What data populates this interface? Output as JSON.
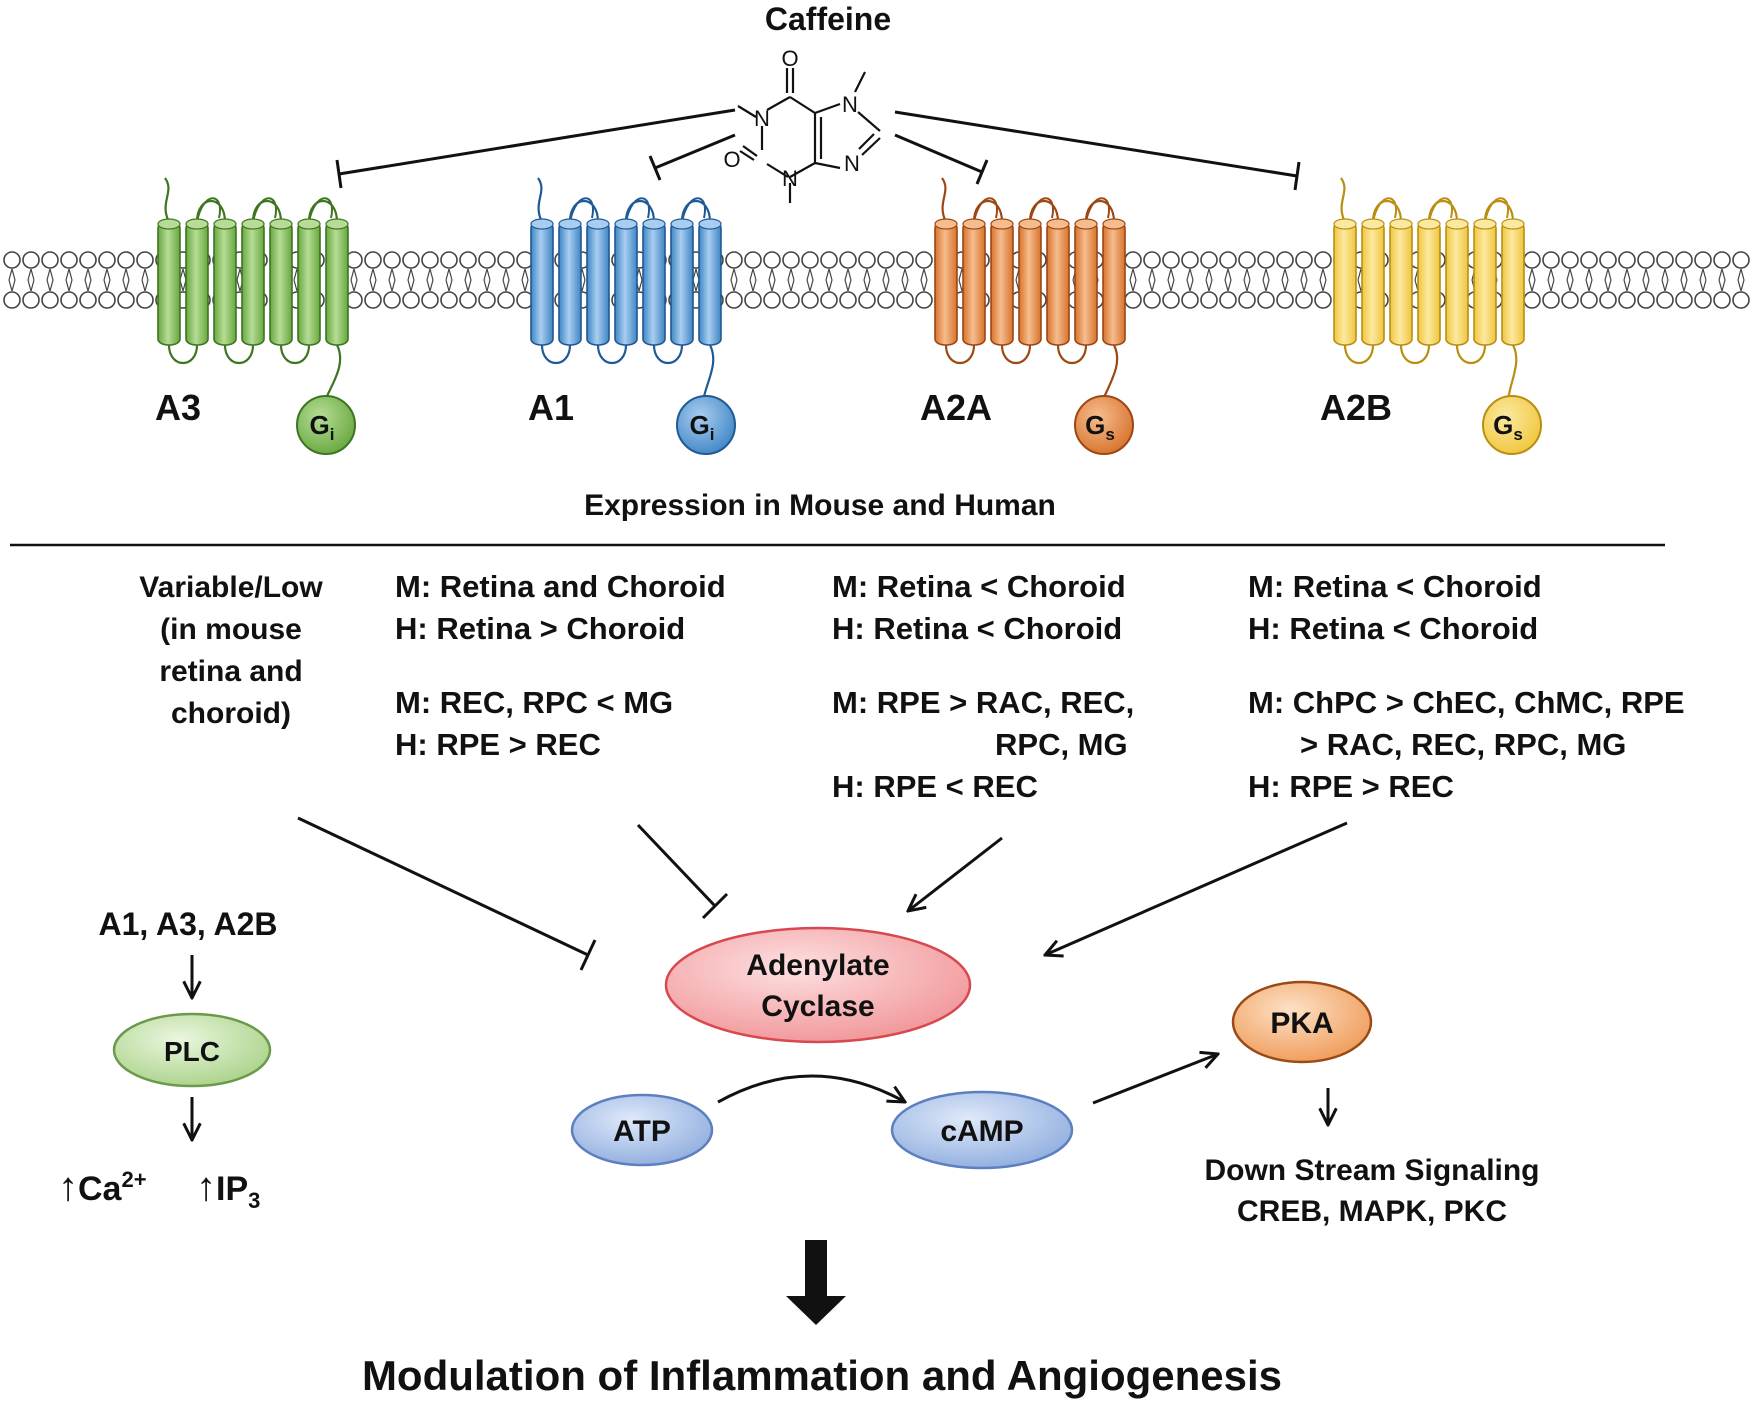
{
  "title": "Caffeine",
  "molecule": {
    "atoms": {
      "o_top": "O",
      "o_left": "O",
      "n1": "N",
      "n3": "N",
      "n7": "N",
      "n9": "N"
    }
  },
  "receptors": [
    {
      "name": "A3",
      "g_protein": "G",
      "g_sub": "i",
      "color": "#67a83e",
      "light": "#b6dc96",
      "dark": "#3e7422"
    },
    {
      "name": "A1",
      "g_protein": "G",
      "g_sub": "i",
      "color": "#3f86c6",
      "light": "#a9cdef",
      "dark": "#1f5a94"
    },
    {
      "name": "A2A",
      "g_protein": "G",
      "g_sub": "s",
      "color": "#d8722c",
      "light": "#f5bd8e",
      "dark": "#9c4714"
    },
    {
      "name": "A2B",
      "g_protein": "G",
      "g_sub": "s",
      "color": "#f1c63c",
      "light": "#fbe9a2",
      "dark": "#b98f12"
    }
  ],
  "expression_heading": "Expression in Mouse and Human",
  "expression": {
    "a3": [
      "Variable/Low",
      "(in mouse",
      "retina and",
      "choroid)"
    ],
    "a1": [
      "M: Retina and Choroid",
      "H: Retina > Choroid",
      "M: REC, RPC < MG",
      "H: RPE > REC"
    ],
    "a2a": [
      "M: Retina < Choroid",
      "H: Retina < Choroid",
      "M: RPE > RAC, REC,",
      "RPC, MG",
      "H: RPE < REC"
    ],
    "a2b": [
      "M: Retina < Choroid",
      "H: Retina < Choroid",
      "M: ChPC > ChEC, ChMC, RPE",
      "> RAC, REC, RPC, MG",
      "H: RPE > REC"
    ]
  },
  "plc_pathway": {
    "receptors": "A1, A3, A2B",
    "enzyme": "PLC",
    "arrow_up": "↑",
    "ca_base": "Ca",
    "ca_sup": "2+",
    "ip_base": "IP",
    "ip_sub": "3"
  },
  "adenylate_cyclase": [
    "Adenylate",
    "Cyclase"
  ],
  "atp": "ATP",
  "camp": "cAMP",
  "pka": "PKA",
  "downstream": [
    "Down Stream Signaling",
    "CREB, MAPK, PKC"
  ],
  "conclusion": "Modulation of Inflammation and Angiogenesis",
  "colors": {
    "ac_fill": "#f4a4a6",
    "ac_stroke": "#d8484e",
    "camp_fill": "#9fb9e6",
    "camp_stroke": "#5c7fc0",
    "pka_fill": "#f3a86c",
    "pka_stroke": "#9a4a16",
    "plc_fill": "#b9dc9c",
    "plc_stroke": "#6b9a4c"
  }
}
